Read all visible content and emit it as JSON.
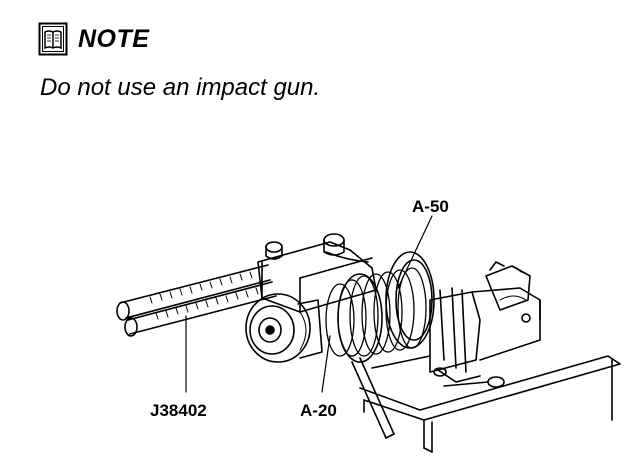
{
  "note": {
    "icon": "book-icon",
    "title": "NOTE",
    "text": "Do not use an impact gun."
  },
  "illustration": {
    "callouts": {
      "a50": "A-50",
      "j38402": "J38402",
      "a20": "A-20"
    }
  }
}
